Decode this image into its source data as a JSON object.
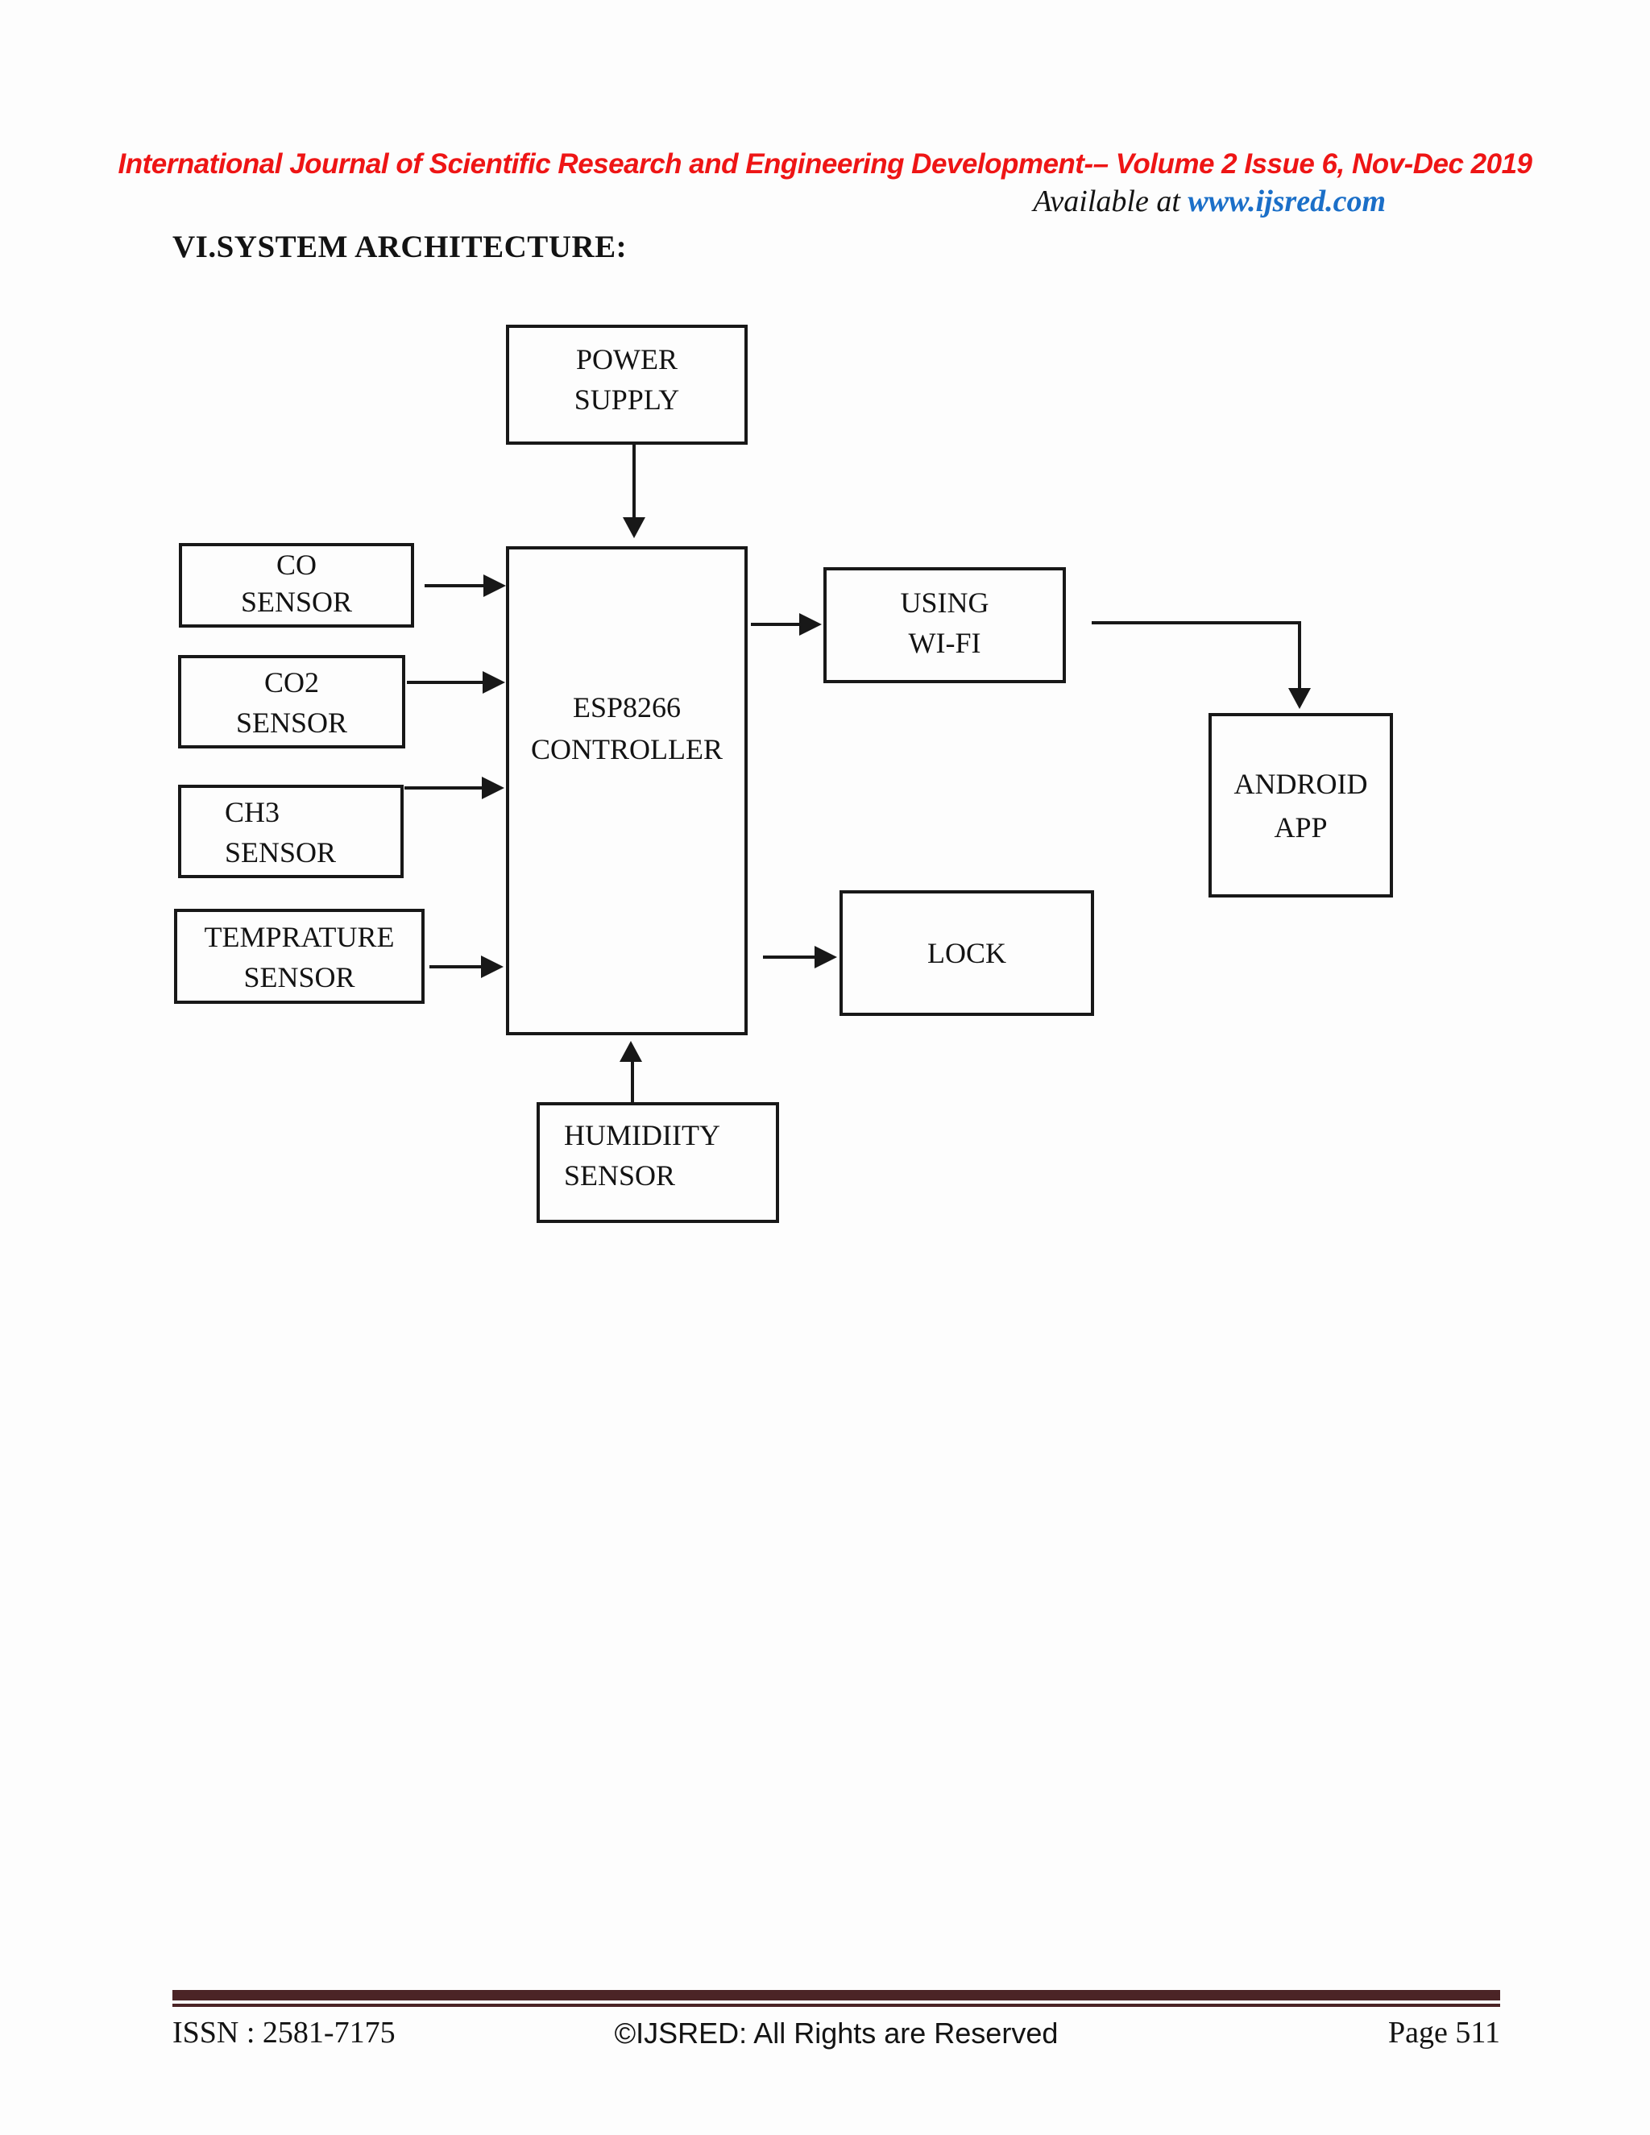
{
  "header": {
    "journal_line": "International Journal of Scientific Research and Engineering Development-– Volume 2 Issue 6, Nov-Dec 2019",
    "available_prefix": "Available at ",
    "available_link": "www.ijsred.com"
  },
  "section_title": "VI.SYSTEM ARCHITECTURE:",
  "diagram": {
    "nodes": {
      "power_supply": {
        "line1": "POWER",
        "line2": "SUPPLY"
      },
      "co_sensor": {
        "line1": "CO",
        "line2": "SENSOR"
      },
      "co2_sensor": {
        "line1": "CO2",
        "line2": "SENSOR"
      },
      "ch3_sensor": {
        "line1": "CH3",
        "line2": "SENSOR"
      },
      "temprature_sensor": {
        "line1": "TEMPRATURE",
        "line2": "SENSOR"
      },
      "controller": {
        "line1": "ESP8266",
        "line2": "CONTROLLER"
      },
      "using_wifi": {
        "line1": "USING",
        "line2": "WI-FI"
      },
      "android_app": {
        "line1": "ANDROID",
        "line2": "APP"
      },
      "lock": {
        "line1": "LOCK"
      },
      "humidity_sensor": {
        "line1": "HUMIDIITY",
        "line2": "SENSOR"
      }
    },
    "edges": [
      {
        "from": "power_supply",
        "to": "controller"
      },
      {
        "from": "co_sensor",
        "to": "controller"
      },
      {
        "from": "co2_sensor",
        "to": "controller"
      },
      {
        "from": "ch3_sensor",
        "to": "controller"
      },
      {
        "from": "temprature_sensor",
        "to": "controller"
      },
      {
        "from": "controller",
        "to": "using_wifi"
      },
      {
        "from": "using_wifi",
        "to": "android_app"
      },
      {
        "from": "controller",
        "to": "lock"
      },
      {
        "from": "humidity_sensor",
        "to": "controller"
      }
    ]
  },
  "footer": {
    "issn": "ISSN : 2581-7175",
    "copyright": "©IJSRED: All Rights are Reserved",
    "page": "Page 511"
  },
  "colors": {
    "header_red": "#ee1515",
    "link_blue": "#1b6fc8",
    "footer_bar_maroon": "#4b2426",
    "diagram_ink": "#181818"
  }
}
